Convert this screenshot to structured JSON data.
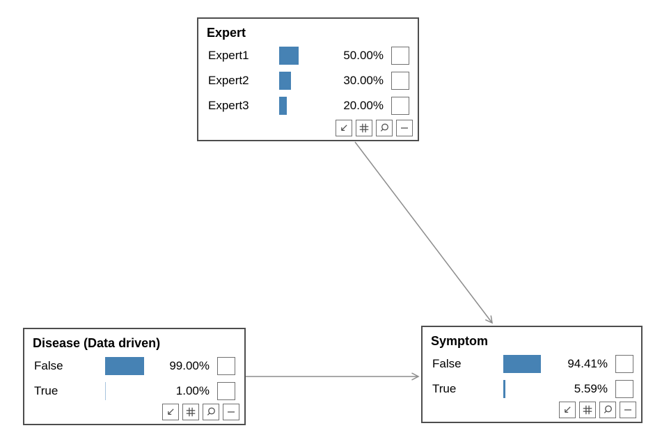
{
  "diagram": {
    "nodes": [
      {
        "id": "expert",
        "title": "Expert",
        "states": [
          {
            "label": "Expert1",
            "probability": 50.0,
            "probability_label": "50.00%"
          },
          {
            "label": "Expert2",
            "probability": 30.0,
            "probability_label": "30.00%"
          },
          {
            "label": "Expert3",
            "probability": 20.0,
            "probability_label": "20.00%"
          }
        ]
      },
      {
        "id": "disease",
        "title": "Disease (Data driven)",
        "states": [
          {
            "label": "False",
            "probability": 99.0,
            "probability_label": "99.00%"
          },
          {
            "label": "True",
            "probability": 1.0,
            "probability_label": "1.00%",
            "bar_style": "light"
          }
        ]
      },
      {
        "id": "symptom",
        "title": "Symptom",
        "states": [
          {
            "label": "False",
            "probability": 94.41,
            "probability_label": "94.41%"
          },
          {
            "label": "True",
            "probability": 5.59,
            "probability_label": "5.59%"
          }
        ]
      }
    ],
    "edges": [
      {
        "from": "expert",
        "to": "symptom"
      },
      {
        "from": "disease",
        "to": "symptom"
      }
    ],
    "node_toolbar_icons": [
      "collapse-arrow-icon",
      "table-icon",
      "zoom-icon",
      "minimize-icon"
    ],
    "colors": {
      "bar": "#4682B4",
      "bar_light": "#A7C4DE",
      "node_border": "#4D4D4D",
      "control_border": "#707070",
      "arrow": "#8C8C8C",
      "text": "#000000"
    }
  }
}
